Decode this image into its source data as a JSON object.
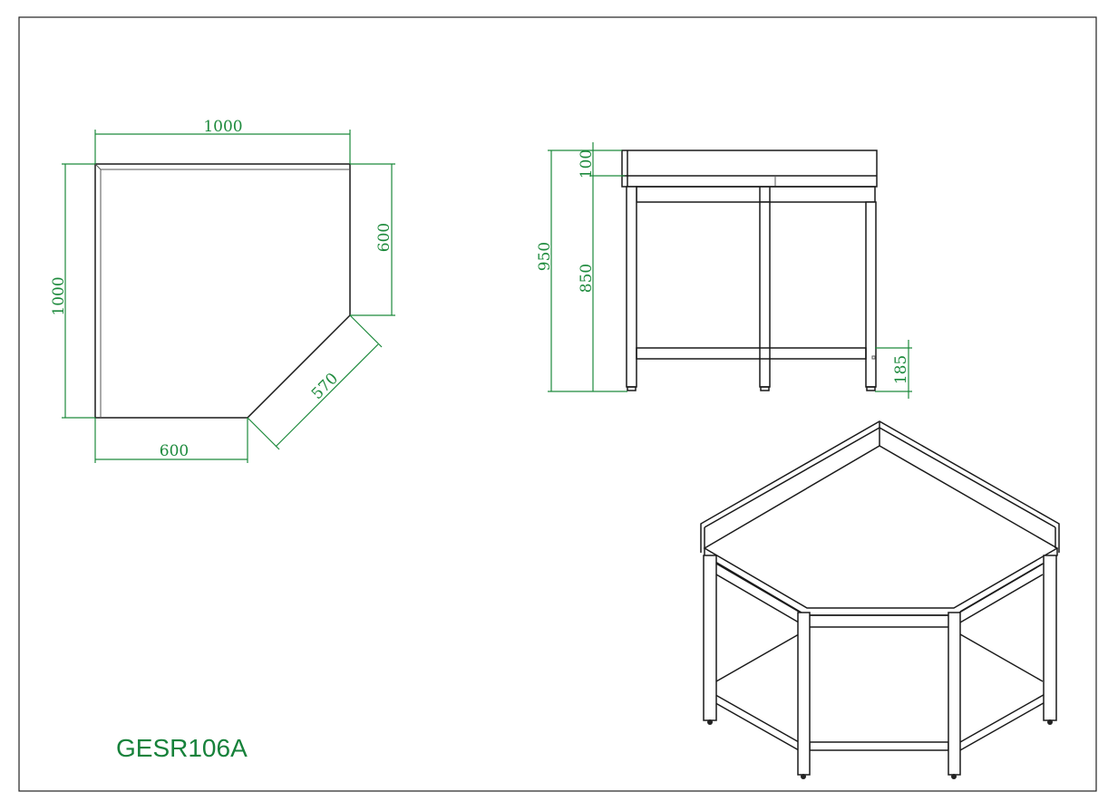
{
  "model_code": "GESR106A",
  "colors": {
    "dimension": "#1d8a3c",
    "title": "#17823b",
    "outline": "#1a1a1a"
  },
  "plan_view": {
    "dim_top": "1000",
    "dim_left": "1000",
    "dim_right": "600",
    "dim_bottom": "600",
    "dim_diagonal": "570"
  },
  "front_view": {
    "dim_total_height": "950",
    "dim_upstand": "100",
    "dim_table_height": "850",
    "dim_shelf_height": "185"
  }
}
